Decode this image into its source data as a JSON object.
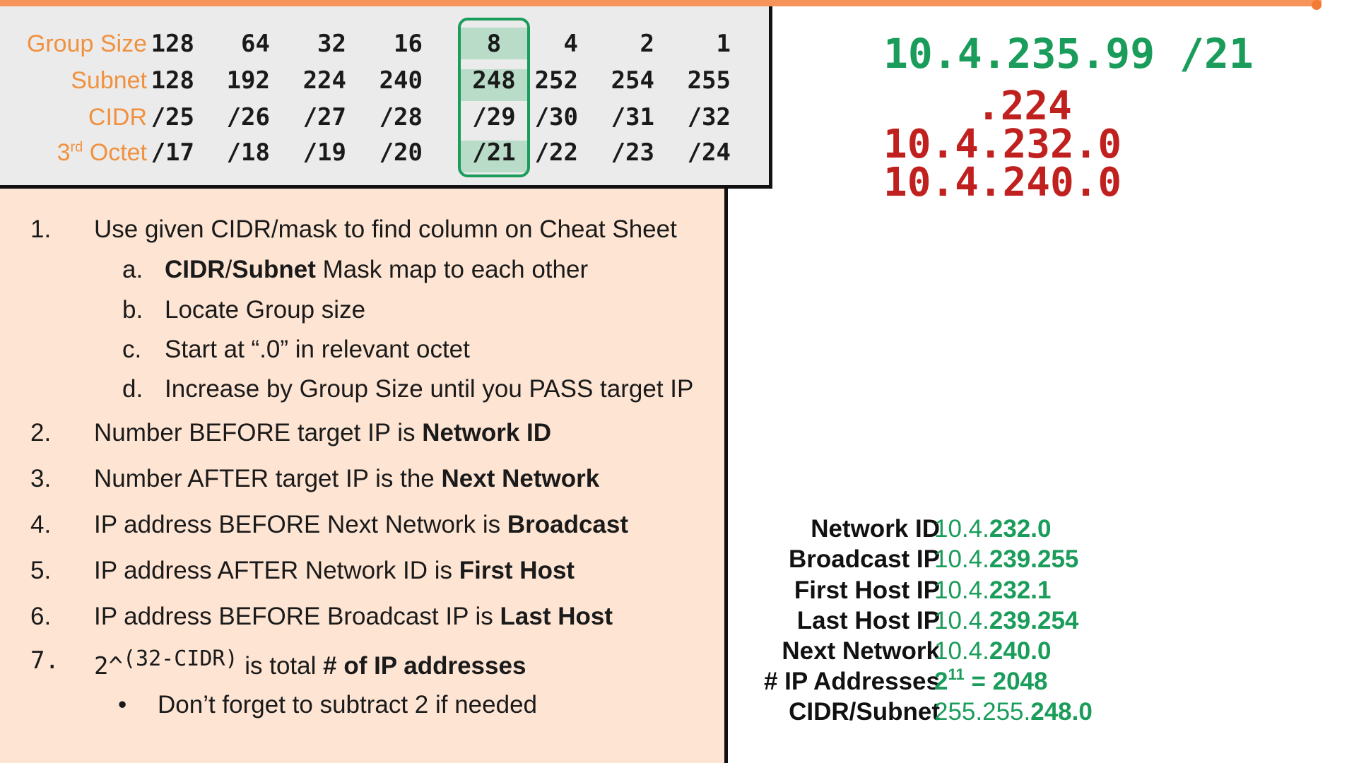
{
  "cheat_sheet": {
    "labels": {
      "group_size": "Group Size",
      "subnet": "Subnet",
      "cidr": "CIDR",
      "octet_prefix": "3",
      "octet_sup": "rd",
      "octet_suffix": " Octet"
    },
    "group_size": [
      "128",
      "64",
      "32",
      "16",
      "8",
      "4",
      "2",
      "1"
    ],
    "subnet": [
      "128",
      "192",
      "224",
      "240",
      "248",
      "252",
      "254",
      "255"
    ],
    "cidr": [
      "/25",
      "/26",
      "/27",
      "/28",
      "/29",
      "/30",
      "/31",
      "/32"
    ],
    "octet3": [
      "/17",
      "/18",
      "/19",
      "/20",
      "/21",
      "/22",
      "/23",
      "/24"
    ],
    "highlight_color": "#1a9c5a",
    "label_color": "#f0913f"
  },
  "steps": {
    "s1": {
      "num": "1.",
      "text": "Use given CIDR/mask to find column on Cheat Sheet"
    },
    "s1a": {
      "letter": "a.",
      "bold1": "CIDR",
      "plain1": "/",
      "bold2": "Subnet",
      "plain2": " Mask map to each other"
    },
    "s1b": {
      "letter": "b.",
      "text": "Locate Group size"
    },
    "s1c": {
      "letter": "c.",
      "text": "Start at “.0” in relevant octet"
    },
    "s1d": {
      "letter": "d.",
      "text": "Increase by Group Size until you PASS target IP"
    },
    "s2": {
      "num": "2.",
      "plain": "Number BEFORE target IP is ",
      "bold": "Network ID"
    },
    "s3": {
      "num": "3.",
      "plain": "Number AFTER target IP is the ",
      "bold": "Next Network"
    },
    "s4": {
      "num": "4.",
      "plain": "IP address BEFORE Next Network is ",
      "bold": "Broadcast"
    },
    "s5": {
      "num": "5.",
      "plain": "IP address AFTER Network ID is ",
      "bold": "First Host"
    },
    "s6": {
      "num": "6.",
      "plain": "IP address BEFORE Broadcast IP is ",
      "bold": "Last Host"
    },
    "s7": {
      "num": "7.",
      "base": "2^",
      "exp": "(32-CIDR)",
      "plain": " is total ",
      "bold": "# of IP addresses"
    },
    "s7_bullet": {
      "bullet": "•",
      "text": "Don’t forget to subtract 2 if needed"
    }
  },
  "problem": {
    "target": "10.4.235.99 /21",
    "octet_hint": ".224",
    "lower": "10.4.232.0",
    "upper": "10.4.240.0",
    "target_color": "#1a9c5a",
    "work_color": "#c0211f"
  },
  "results": [
    {
      "label": "Network ID",
      "plain": "10.4.",
      "bold": "232.0"
    },
    {
      "label": "Broadcast IP",
      "plain": "10.4.",
      "bold": "239.255"
    },
    {
      "label": "First Host IP",
      "plain": "10.4.",
      "bold": "232.1"
    },
    {
      "label": "Last Host IP",
      "plain": "10.4.",
      "bold": "239.254"
    },
    {
      "label": "Next Network",
      "plain": "10.4.",
      "bold": "240.0"
    },
    {
      "label": "# IP Addresses",
      "base": "2",
      "exp": "11",
      "rest": " = 2048"
    },
    {
      "label": "CIDR/Subnet",
      "plain": "255.255.",
      "bold": "248.0"
    }
  ]
}
